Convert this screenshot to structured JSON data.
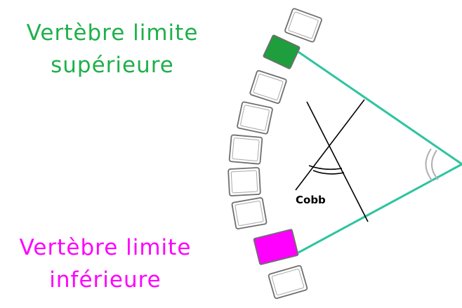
{
  "labels": {
    "upper_line1": "Vertèbre limite",
    "upper_line2": "supérieure",
    "lower_line1": "Vertèbre limite",
    "lower_line2": "inférieure",
    "angle": "Cobb"
  },
  "colors": {
    "upper": "#1fb04a",
    "lower": "#ff00ff",
    "upper_vertebra": "#1e9e3c",
    "lower_vertebra": "#ff00ff",
    "angle_lines": "#2ec4a0"
  }
}
